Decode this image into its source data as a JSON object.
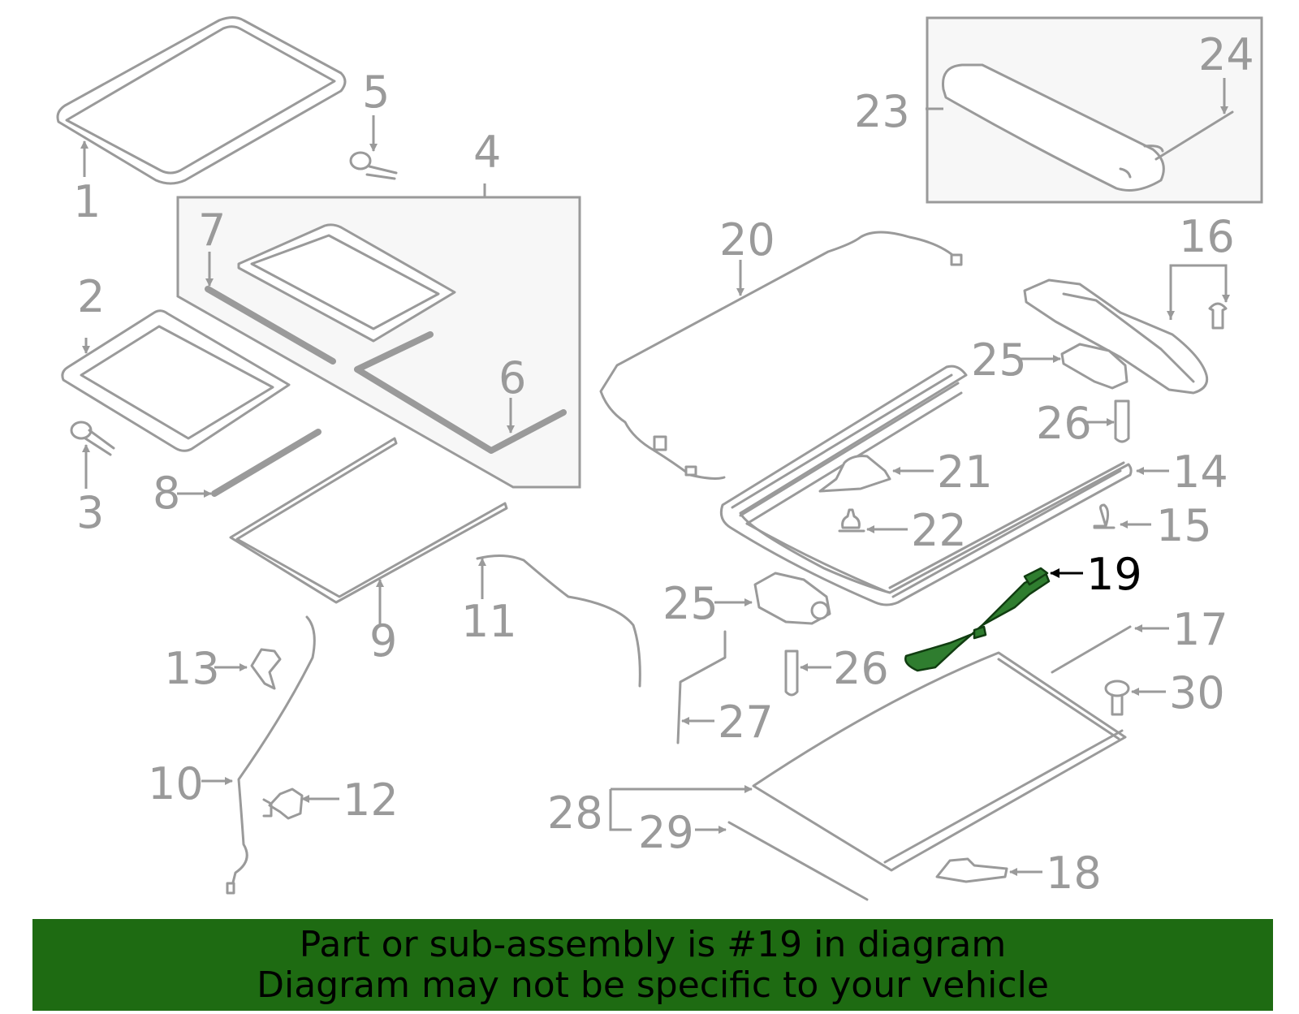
{
  "highlight_color": "#1e6b12",
  "callout_color": "#9a9a9a",
  "highlighted_callout": "19",
  "callouts": {
    "c1": "1",
    "c2": "2",
    "c3": "3",
    "c4": "4",
    "c5": "5",
    "c6": "6",
    "c7": "7",
    "c8": "8",
    "c9": "9",
    "c10": "10",
    "c11": "11",
    "c12": "12",
    "c13": "13",
    "c14": "14",
    "c15": "15",
    "c16": "16",
    "c17": "17",
    "c18": "18",
    "c19": "19",
    "c20": "20",
    "c21": "21",
    "c22": "22",
    "c23": "23",
    "c24": "24",
    "c25a": "25",
    "c25b": "25",
    "c26a": "26",
    "c26b": "26",
    "c27": "27",
    "c28": "28",
    "c29": "29",
    "c30": "30"
  },
  "banner": {
    "line1": "Part or sub-assembly is #19 in diagram",
    "line2": "Diagram may not be specific to your vehicle"
  }
}
